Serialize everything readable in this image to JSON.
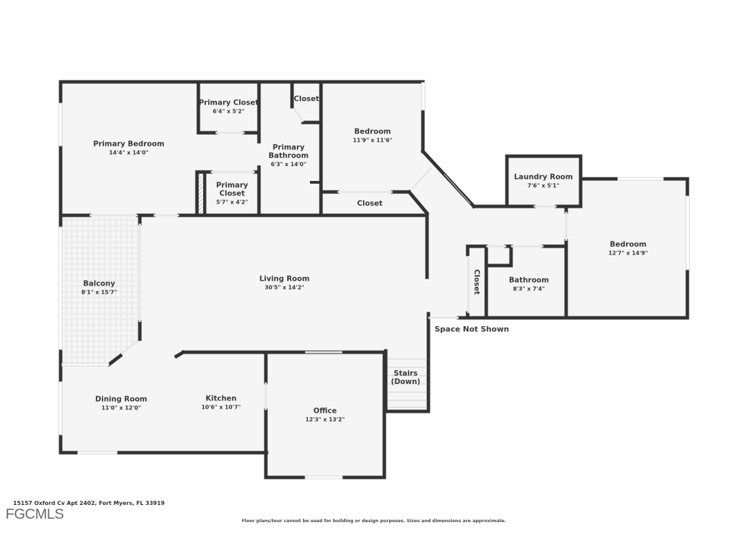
{
  "floorplan": {
    "rooms": [
      {
        "id": "primary-bedroom",
        "name": "Primary Bedroom",
        "dims": "14'4\" x 14'0\""
      },
      {
        "id": "primary-closet-1",
        "name": "Primary Closet",
        "dims": "6'4\" x 5'2\""
      },
      {
        "id": "closet-bath",
        "name": "Closet",
        "dims": ""
      },
      {
        "id": "primary-bathroom",
        "name": "Primary Bathroom",
        "name_lines": [
          "Primary",
          "Bathroom"
        ],
        "dims": "6'3\" x 14'0\""
      },
      {
        "id": "primary-closet-2",
        "name": "Primary Closet",
        "name_lines": [
          "Primary",
          "Closet"
        ],
        "dims": "5'7\" x 4'2\""
      },
      {
        "id": "bedroom-2",
        "name": "Bedroom",
        "dims": "11'9\" x 11'6\""
      },
      {
        "id": "closet-bedroom",
        "name": "Closet",
        "dims": ""
      },
      {
        "id": "laundry-room",
        "name": "Laundry Room",
        "dims": "7'6\" x 5'1\""
      },
      {
        "id": "bedroom-3",
        "name": "Bedroom",
        "dims": "12'7\" x 14'9\""
      },
      {
        "id": "balcony",
        "name": "Balcony",
        "dims": "8'1\" x 15'7\""
      },
      {
        "id": "living-room",
        "name": "Living Room",
        "dims": "30'5\" x 14'2\""
      },
      {
        "id": "hall-closet",
        "name": "Closet",
        "dims": ""
      },
      {
        "id": "bathroom",
        "name": "Bathroom",
        "dims": "8'3\" x 7'4\""
      },
      {
        "id": "dining-room",
        "name": "Dining Room",
        "dims": "11'0\" x 12'0\""
      },
      {
        "id": "kitchen",
        "name": "Kitchen",
        "dims": "10'6\" x 10'7\""
      },
      {
        "id": "office",
        "name": "Office",
        "dims": "12'3\" x 13'2\""
      },
      {
        "id": "stairs",
        "name": "Stairs (Down)",
        "name_lines": [
          "Stairs",
          "(Down)"
        ],
        "dims": ""
      }
    ],
    "annotations": {
      "space_not_shown": "Space Not Shown"
    },
    "colors": {
      "wall": "#333333",
      "floor": "#f5f5f5",
      "background": "#ffffff",
      "text": "#3a3a3a"
    }
  },
  "footer": {
    "address": "15157 Oxford Cv Apt 2402, Fort Myers, FL 33919",
    "logo": "FGCMLS",
    "disclaimer": "Floor plans/tour cannot be used for building or design purposes. Sizes and dimensions are approximate."
  }
}
